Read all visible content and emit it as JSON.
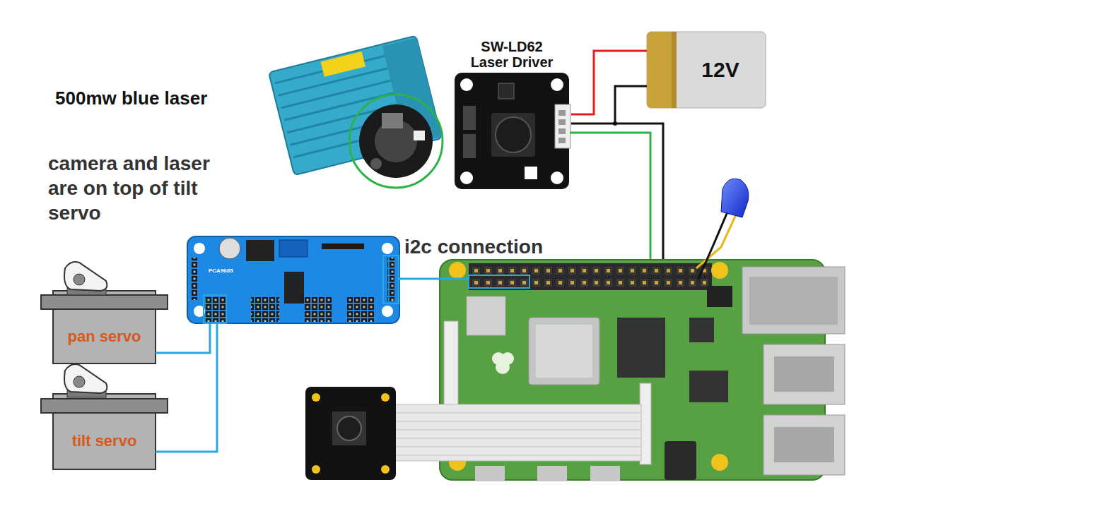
{
  "diagram": {
    "nodes": [
      {
        "text": [
          "SW-LD62 Laser Driver"
        ]
      },
      {
        "text": [
          "12V"
        ]
      },
      {
        "text": [
          "PCA9685"
        ]
      },
      {
        "text": [
          "pan servo"
        ]
      },
      {
        "text": [
          "tilt servo"
        ]
      }
    ],
    "edges": [
      {
        "from": 1,
        "to": 0,
        "arrow": "none"
      },
      {
        "from": 1,
        "to": 0,
        "arrow": "none"
      },
      {
        "from": 3,
        "to": 2,
        "arrow": "none"
      },
      {
        "from": 4,
        "to": 2,
        "arrow": "none"
      }
    ],
    "labels": [
      "500mw blue laser",
      "camera and laser are on top of tilt servo",
      "i2c connection"
    ]
  }
}
